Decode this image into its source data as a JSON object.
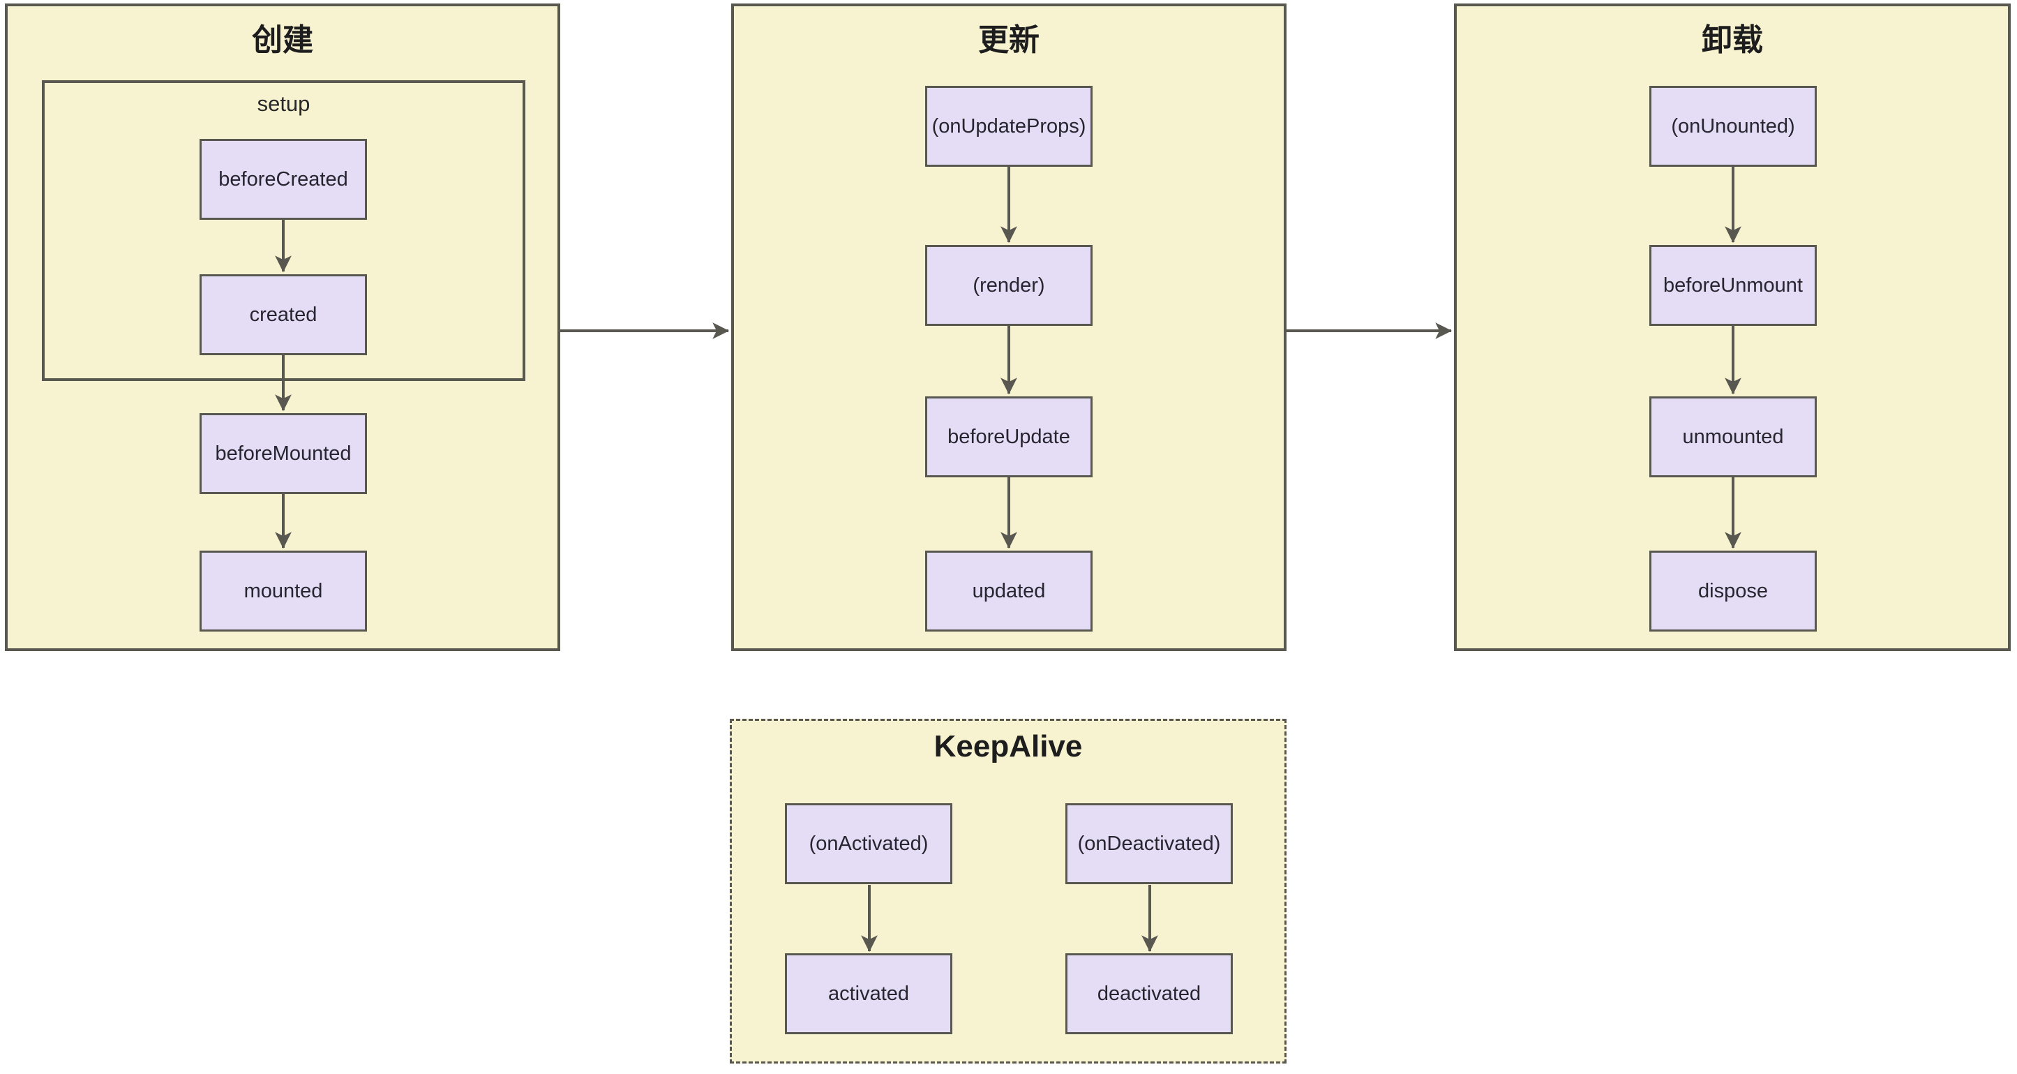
{
  "phases": [
    {
      "title": "创建",
      "group": {
        "label": "setup"
      },
      "nodes": [
        "beforeCreated",
        "created",
        "beforeMounted",
        "mounted"
      ]
    },
    {
      "title": "更新",
      "nodes": [
        "(onUpdateProps)",
        "(render)",
        "beforeUpdate",
        "updated"
      ]
    },
    {
      "title": "卸载",
      "nodes": [
        "(onUnounted)",
        "beforeUnmount",
        "unmounted",
        "dispose"
      ]
    }
  ],
  "keepalive": {
    "title": "KeepAlive",
    "columns": [
      {
        "nodes": [
          "(onActivated)",
          "activated"
        ]
      },
      {
        "nodes": [
          "(onDeactivated)",
          "deactivated"
        ]
      }
    ]
  },
  "colors": {
    "canvas_bg": "#ffffff",
    "phase_fill": "#f7f2cf",
    "node_fill": "#e5dcf6",
    "stroke": "#585850",
    "node_text": "#27252f",
    "title_text": "#1d1d1d"
  }
}
